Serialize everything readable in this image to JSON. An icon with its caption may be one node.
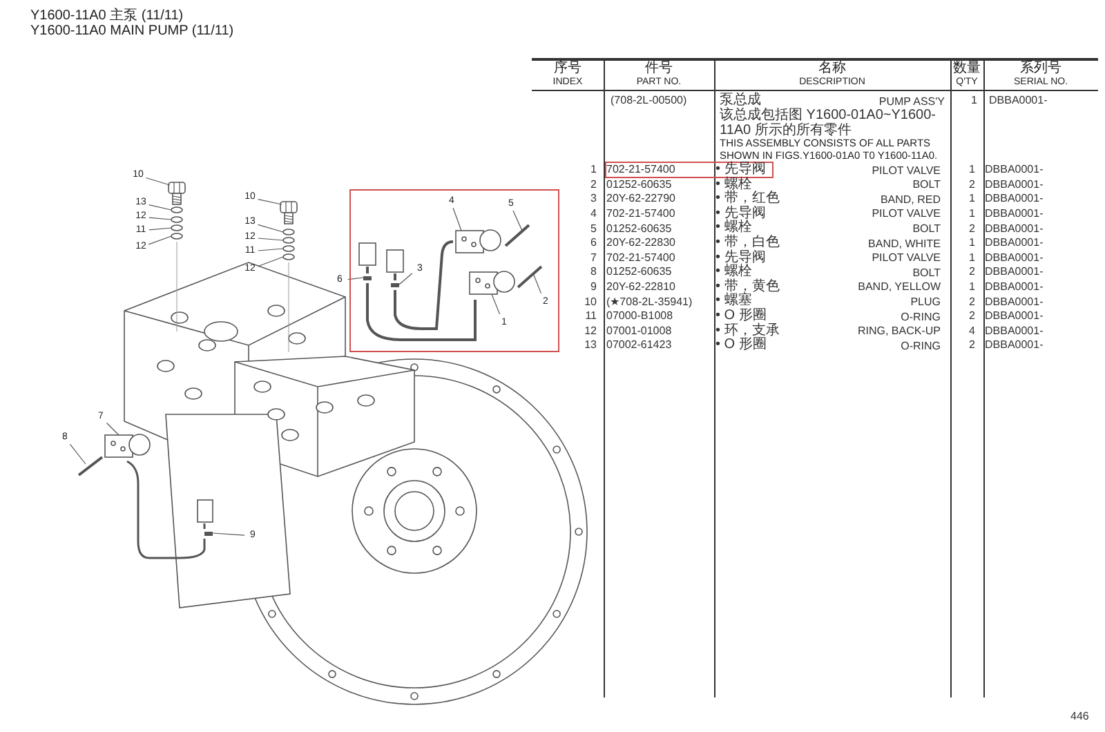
{
  "diagram": {
    "title": "Y1600-11A0 主泵 (11/11)",
    "nodes": [
      {
        "text": [
          "10"
        ]
      },
      {
        "text": [
          "13"
        ]
      },
      {
        "text": [
          "12"
        ]
      },
      {
        "text": [
          "11"
        ]
      },
      {
        "text": [
          "12"
        ]
      },
      {
        "text": [
          "10"
        ]
      },
      {
        "text": [
          "13"
        ]
      },
      {
        "text": [
          "12"
        ]
      },
      {
        "text": [
          "11"
        ]
      },
      {
        "text": [
          "12"
        ]
      },
      {
        "text": [],
        "shape": "box"
      },
      {
        "text": [
          "4"
        ],
        "in": 10
      },
      {
        "text": [
          "5"
        ],
        "in": 10
      },
      {
        "text": [
          "6"
        ]
      },
      {
        "text": [
          "3"
        ],
        "in": 10
      },
      {
        "text": [
          "2"
        ],
        "in": 10
      },
      {
        "text": [
          "1"
        ],
        "in": 10
      },
      {
        "text": [
          "7"
        ]
      },
      {
        "text": [
          "8"
        ]
      },
      {
        "text": [
          "9"
        ]
      },
      {
        "text": [],
        "shape": "picture"
      },
      {
        "text": [],
        "shape": "circle"
      },
      {
        "text": [],
        "shape": "circle"
      },
      {
        "text": [],
        "shape": "circle"
      },
      {
        "text": [],
        "shape": "circle"
      },
      {
        "text": [],
        "shape": "picture"
      },
      {
        "text": [],
        "shape": "circle"
      },
      {
        "text": [],
        "shape": "circle"
      },
      {
        "text": [],
        "shape": "circle"
      },
      {
        "text": [],
        "shape": "circle"
      },
      {
        "text": [],
        "shape": "picture",
        "in": 10
      },
      {
        "text": [],
        "shape": "picture",
        "in": 10
      },
      {
        "text": [],
        "shape": "bar",
        "in": 10
      },
      {
        "text": [],
        "shape": "bar",
        "in": 10
      },
      {
        "text": [],
        "shape": "picture",
        "in": 10
      },
      {
        "text": [],
        "shape": "picture",
        "in": 10
      },
      {
        "text": [],
        "shape": "picture"
      },
      {
        "text": [],
        "shape": "picture"
      },
      {
        "text": [],
        "shape": "bar"
      }
    ],
    "edges": [
      {
        "from": 0,
        "to": 20,
        "arrow": "none"
      },
      {
        "from": 1,
        "to": 21,
        "arrow": "none"
      },
      {
        "from": 2,
        "to": 22,
        "arrow": "none"
      },
      {
        "from": 3,
        "to": 23,
        "arrow": "none"
      },
      {
        "from": 4,
        "to": 24,
        "arrow": "none"
      },
      {
        "from": 5,
        "to": 25,
        "arrow": "none"
      },
      {
        "from": 6,
        "to": 26,
        "arrow": "none"
      },
      {
        "from": 7,
        "to": 27,
        "arrow": "none"
      },
      {
        "from": 8,
        "to": 28,
        "arrow": "none"
      },
      {
        "from": 9,
        "to": 29,
        "arrow": "none"
      },
      {
        "from": 11,
        "to": 30,
        "arrow": "none"
      },
      {
        "from": 12,
        "to": 31,
        "arrow": "none"
      },
      {
        "from": 13,
        "to": 32,
        "arrow": "none"
      },
      {
        "from": 14,
        "to": 33,
        "arrow": "none"
      },
      {
        "from": 15,
        "to": 34,
        "arrow": "none"
      },
      {
        "from": 16,
        "to": 35,
        "arrow": "none"
      },
      {
        "from": 17,
        "to": 36,
        "arrow": "none"
      },
      {
        "from": 18,
        "to": 37,
        "arrow": "none"
      },
      {
        "from": 19,
        "to": 38,
        "arrow": "none"
      }
    ],
    "labels": [
      "Y1600-11A0 MAIN PUMP (11/11)",
      "序号",
      "件号",
      "名称",
      "数量",
      "系列号",
      "INDEX",
      "PART NO.",
      "DESCRIPTION",
      "Q'TY",
      "SERIAL NO.",
      "(708-2L-00500)",
      "泵总成",
      "PUMP ASS'Y",
      "1",
      "DBBA0001-",
      "该总成包括图 Y1600-01A0~Y1600-11A0 所示的所有零件",
      "THIS ASSEMBLY CONSISTS OF ALL PARTS SHOWN IN FIGS.Y1600-01A0 T0 Y1600-11A0.",
      "1",
      "702-21-57400",
      "• 先导阀",
      "PILOT VALVE",
      "1",
      "DBBA0001-",
      "2",
      "01252-60635",
      "• 螺栓",
      "BOLT",
      "2",
      "DBBA0001-",
      "3",
      "20Y-62-22790",
      "• 带，红色",
      "BAND, RED",
      "1",
      "DBBA0001-",
      "4",
      "702-21-57400",
      "• 先导阀",
      "PILOT VALVE",
      "1",
      "DBBA0001-",
      "5",
      "01252-60635",
      "• 螺栓",
      "BOLT",
      "2",
      "DBBA0001-",
      "6",
      "20Y-62-22830",
      "• 带，白色",
      "BAND, WHITE",
      "1",
      "DBBA0001-",
      "7",
      "702-21-57400",
      "• 先导阀",
      "PILOT VALVE",
      "1",
      "DBBA0001-",
      "8",
      "01252-60635",
      "• 螺栓",
      "BOLT",
      "2",
      "DBBA0001-",
      "9",
      "20Y-62-22810",
      "• 带，黄色",
      "BAND, YELLOW",
      "1",
      "DBBA0001-",
      "10",
      "(★708-2L-35941)",
      "• 螺塞",
      "PLUG",
      "2",
      "DBBA0001-",
      "11",
      "07000-B1008",
      "• O 形圈",
      "O-RING",
      "2",
      "DBBA0001-",
      "12",
      "07001-01008",
      "• 环，支承",
      "RING, BACK-UP",
      "4",
      "DBBA0001-",
      "13",
      "07002-61423",
      "• O 形圈",
      "O-RING",
      "2",
      "DBBA0001-",
      "446"
    ]
  }
}
